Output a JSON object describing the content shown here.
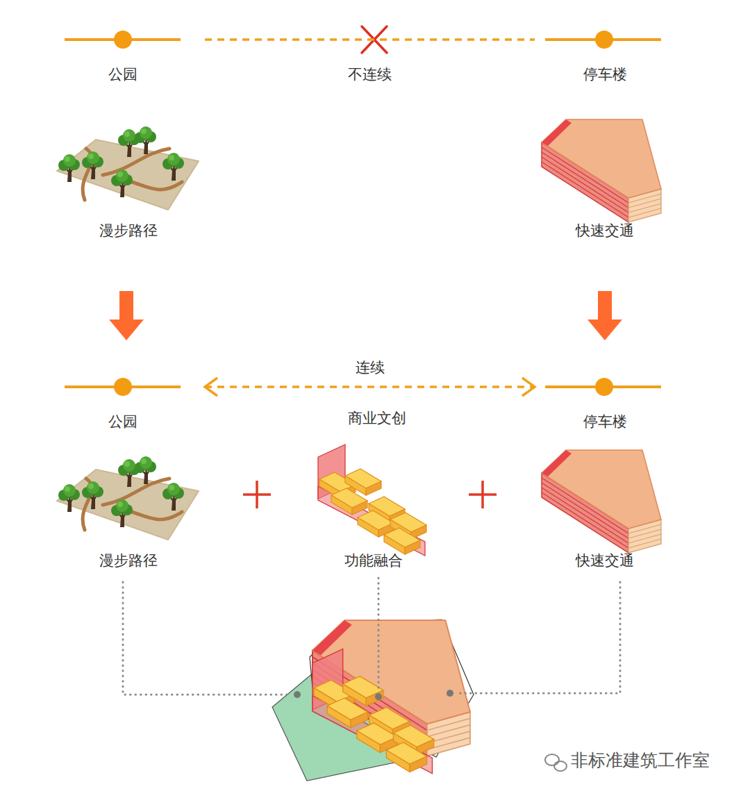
{
  "diagram": {
    "nodes": [
      {
        "text": [
          "公园",
          "漫步路径"
        ]
      },
      {
        "text": [
          "停车楼",
          "快速交通"
        ]
      },
      {
        "text": [
          "公园",
          "漫步路径"
        ]
      },
      {
        "text": [
          "商业文创",
          "功能融合"
        ]
      },
      {
        "text": [
          "停车楼",
          "快速交通"
        ]
      }
    ],
    "edges": [
      {
        "from": 0,
        "to": 1,
        "arrow": "none",
        "label": "不连续"
      },
      {
        "from": 0,
        "to": 2,
        "arrow": "to"
      },
      {
        "from": 1,
        "to": 4,
        "arrow": "to"
      },
      {
        "from": 2,
        "to": 4,
        "arrow": "both",
        "label": "连续"
      }
    ],
    "labels": [
      "非标准建筑工作室"
    ]
  }
}
